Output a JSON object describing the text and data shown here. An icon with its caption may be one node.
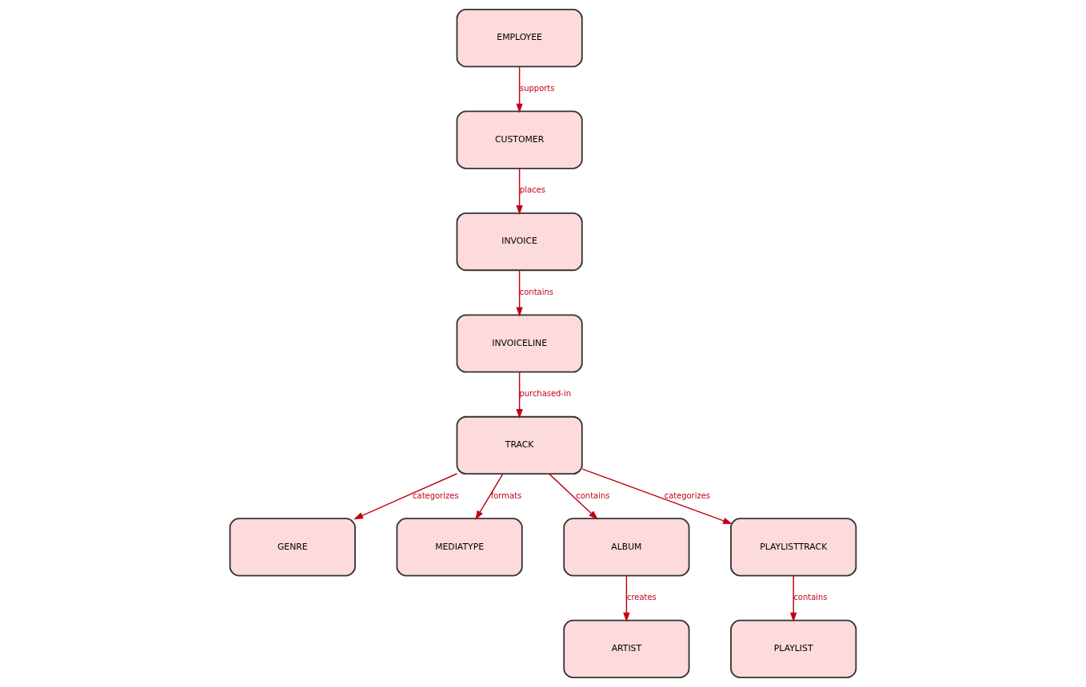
{
  "diagram": {
    "nodes": [
      {
        "text": [
          "EMPLOYEE"
        ]
      },
      {
        "text": [
          "ARTIST"
        ]
      },
      {
        "text": [
          "CUSTOMER"
        ]
      },
      {
        "text": [
          "GENRE"
        ]
      },
      {
        "text": [
          "MEDIATYPE"
        ]
      },
      {
        "text": [
          "ALBUM"
        ]
      },
      {
        "text": [
          "INVOICE"
        ]
      },
      {
        "text": [
          "TRACK"
        ]
      },
      {
        "text": [
          "PLAYLIST"
        ]
      },
      {
        "text": [
          "INVOICELINE"
        ]
      },
      {
        "text": [
          "PLAYLISTTRACK"
        ]
      }
    ],
    "edges": [
      {
        "from": 0,
        "to": 2,
        "arrow": "to",
        "label": "supports"
      },
      {
        "from": 2,
        "to": 6,
        "arrow": "to",
        "label": "places"
      },
      {
        "from": 6,
        "to": 9,
        "arrow": "to",
        "label": "contains"
      },
      {
        "from": 9,
        "to": 7,
        "arrow": "to",
        "label": "purchased-in"
      },
      {
        "from": 7,
        "to": 3,
        "arrow": "to",
        "label": "categorizes"
      },
      {
        "from": 7,
        "to": 4,
        "arrow": "to",
        "label": "formats"
      },
      {
        "from": 7,
        "to": 5,
        "arrow": "to",
        "label": "contains"
      },
      {
        "from": 5,
        "to": 1,
        "arrow": "to",
        "label": "creates"
      },
      {
        "from": 7,
        "to": 10,
        "arrow": "to",
        "label": "categorizes"
      },
      {
        "from": 10,
        "to": 8,
        "arrow": "to",
        "label": "contains"
      }
    ]
  }
}
